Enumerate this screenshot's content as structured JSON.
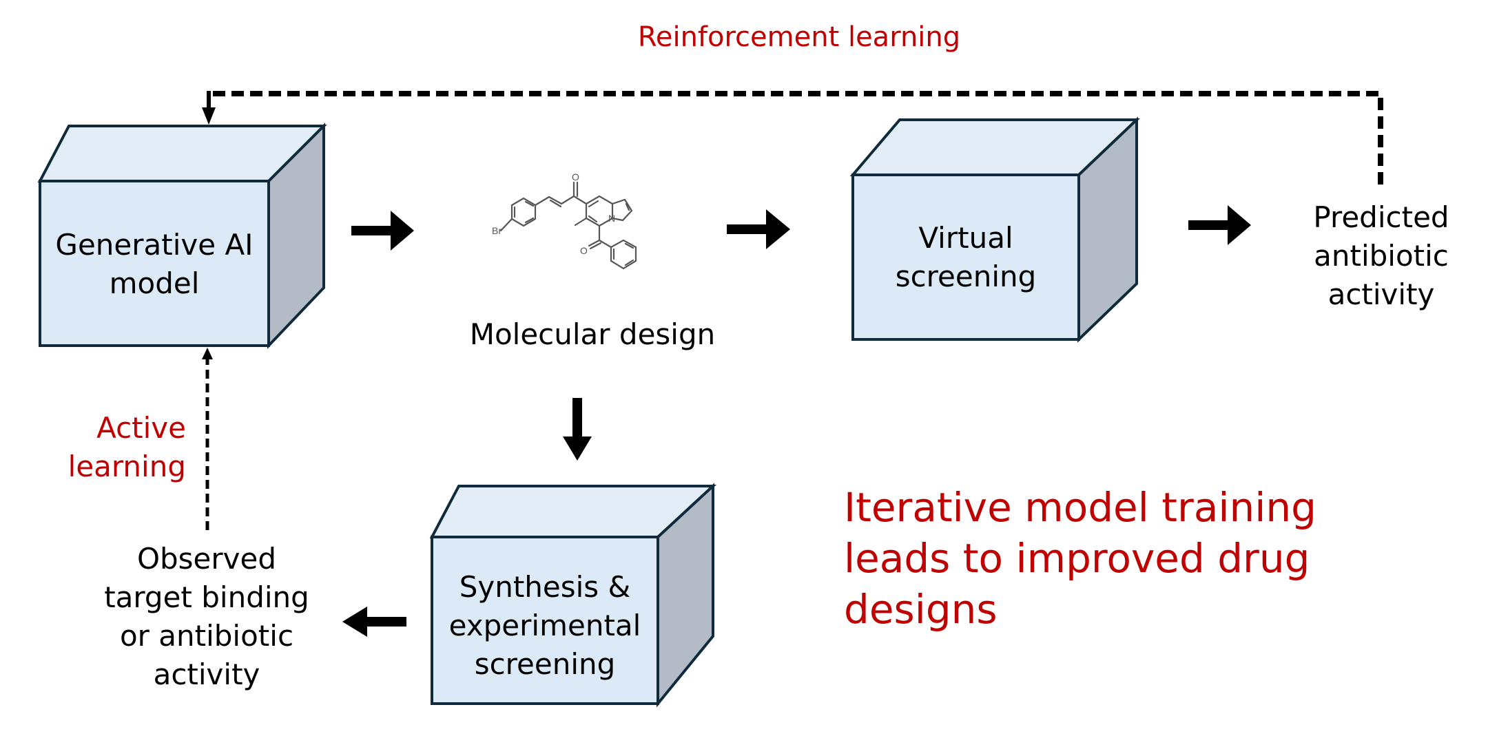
{
  "title": "Iterative AI-driven antibiotic design loop",
  "colors": {
    "cube_front": "#dce9f6",
    "cube_top": "#e3edf8",
    "cube_side": "#b3bcc6",
    "cube_stroke": "#0f2a3a",
    "arrow": "#000000",
    "accent_red": "#c00000"
  },
  "nodes": {
    "generative_model": {
      "lines": [
        "Generative AI",
        "model"
      ]
    },
    "molecular_design": {
      "label": "Molecular design",
      "molecule_atoms": {
        "bromine": "Br",
        "oxygen": "O",
        "nitrogen": "N"
      }
    },
    "virtual_screening": {
      "lines": [
        "Virtual",
        "screening"
      ]
    },
    "predicted_activity": {
      "lines": [
        "Predicted",
        "antibiotic",
        "activity"
      ]
    },
    "synthesis": {
      "lines": [
        "Synthesis &",
        "experimental",
        "screening"
      ]
    },
    "observed_activity": {
      "lines": [
        "Observed",
        "target binding",
        "or antibiotic",
        "activity"
      ]
    }
  },
  "feedback": {
    "reinforcement_learning": "Reinforcement learning",
    "active_learning": [
      "Active",
      "learning"
    ]
  },
  "summary": [
    "Iterative model training",
    "leads to improved drug",
    "designs"
  ],
  "edges": [
    {
      "from": "generative_model",
      "to": "molecular_design",
      "style": "solid"
    },
    {
      "from": "molecular_design",
      "to": "virtual_screening",
      "style": "solid"
    },
    {
      "from": "virtual_screening",
      "to": "predicted_activity",
      "style": "solid"
    },
    {
      "from": "molecular_design",
      "to": "synthesis",
      "style": "solid"
    },
    {
      "from": "synthesis",
      "to": "observed_activity",
      "style": "solid"
    },
    {
      "from": "predicted_activity",
      "to": "generative_model",
      "style": "dashed",
      "label": "Reinforcement learning"
    },
    {
      "from": "observed_activity",
      "to": "generative_model",
      "style": "dashed",
      "label": "Active learning"
    }
  ]
}
